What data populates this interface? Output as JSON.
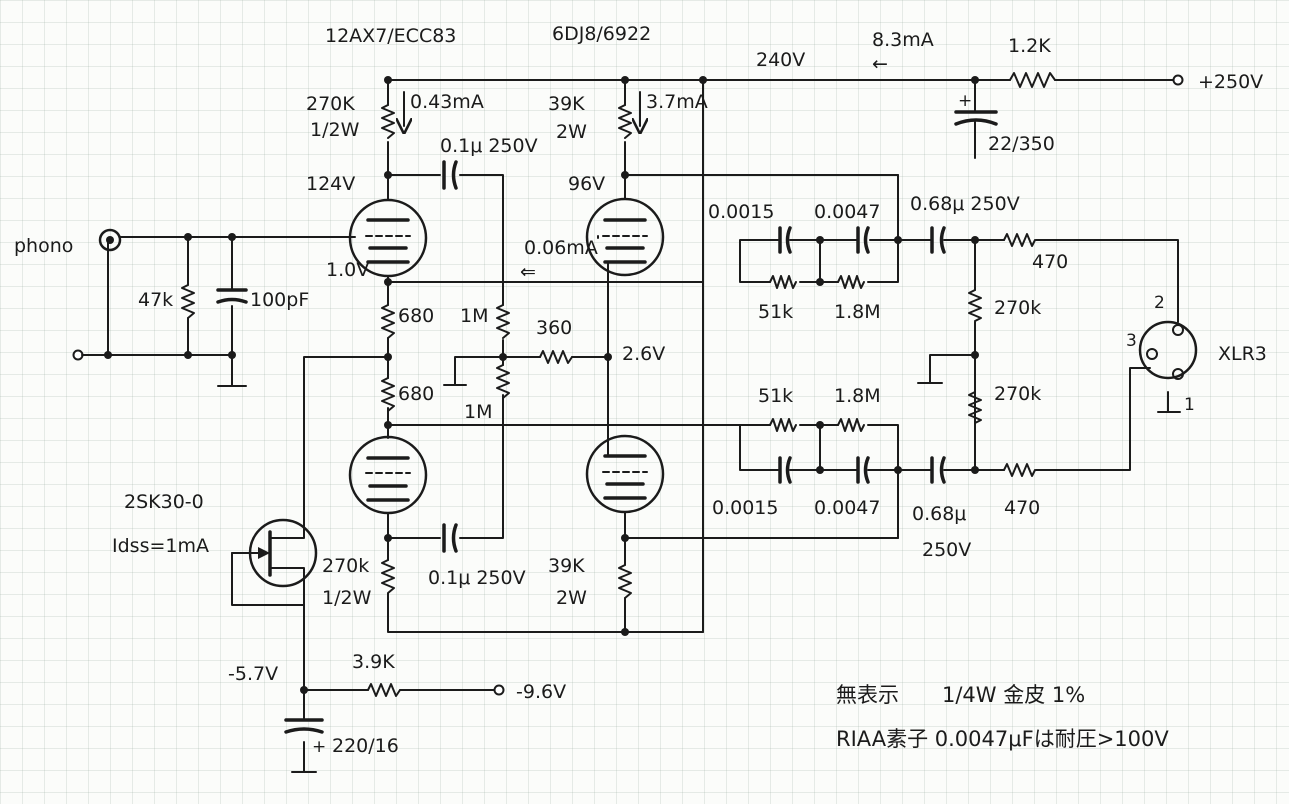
{
  "header": {
    "tube_left": "12AX7/ECC83",
    "tube_right": "6DJ8/6922"
  },
  "supply": {
    "rail_voltage": "240V",
    "rail_current": "8.3mA",
    "rail_current_arrow": "←",
    "dropping_resistor": "1.2K",
    "input_voltage": "+250V",
    "cap_plus": "+",
    "filter_cap": "22/350"
  },
  "input": {
    "label": "phono",
    "shunt_resistor": "47k",
    "shunt_cap": "100pF"
  },
  "v1_top": {
    "plate_resistor": "270K",
    "plate_resistor_power": "1/2W",
    "plate_current": "0.43mA",
    "plate_voltage": "124V",
    "coupling_cap": "0.1μ 250V",
    "cathode_voltage": "1.0V",
    "cathode_resistor": "680"
  },
  "v1_bottom": {
    "cathode_resistor": "680",
    "plate_resistor": "270k",
    "plate_resistor_power": "1/2W",
    "coupling_cap": "0.1μ 250V"
  },
  "bias": {
    "grid_resistor_top": "1M",
    "grid_resistor_bottom": "1M",
    "link_resistor": "360",
    "bias_voltage": "2.6V"
  },
  "v2_top": {
    "plate_resistor": "39K",
    "plate_resistor_power": "2W",
    "plate_current": "3.7mA",
    "plate_voltage": "96V",
    "feedback_current": "0.06mA",
    "feedback_arrow": "⇐"
  },
  "v2_bottom": {
    "plate_resistor": "39K",
    "plate_resistor_power": "2W"
  },
  "riaa_top": {
    "c1": "0.0015",
    "c2": "0.0047",
    "r1": "51k",
    "r2": "1.8M",
    "output_cap": "0.68μ 250V",
    "series_resistor": "470",
    "divider_resistor": "270k"
  },
  "riaa_bottom": {
    "c1": "0.0015",
    "c2": "0.0047",
    "r1": "51k",
    "r2": "1.8M",
    "output_cap": "0.68μ",
    "output_cap_voltage": "250V",
    "series_resistor": "470",
    "divider_resistor": "270k"
  },
  "output": {
    "connector": "XLR3",
    "pin1": "1",
    "pin2": "2",
    "pin3": "3"
  },
  "ccs": {
    "fet": "2SK30-0",
    "idss": "Idss=1mA",
    "source_voltage": "-5.7V",
    "series_resistor": "3.9K",
    "neg_supply": "-9.6V",
    "bypass_cap": "220/16",
    "cap_plus": "+"
  },
  "notes": {
    "line1_a": "無表示",
    "line1_b": "1/4W 金皮 1%",
    "line2": "RIAA素子 0.0047μFは耐圧>100V"
  }
}
